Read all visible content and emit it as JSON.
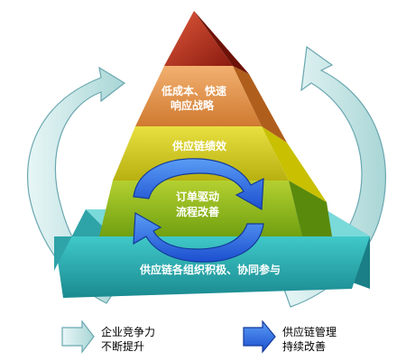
{
  "pyramid": {
    "tier1": [
      "低成本、快速",
      "响应战略"
    ],
    "tier2": "供应链绩效",
    "tier3": [
      "订单驱动",
      "流程改善"
    ],
    "tier4": "供应链各组织积极、协同参与"
  },
  "legend": {
    "left": [
      "企业竞争力",
      "不断提升"
    ],
    "right": [
      "供应链管理",
      "持续改善"
    ]
  },
  "colors": {
    "apex": "#c0392b",
    "tier1": "#f0a050",
    "tier2": "#e8d820",
    "tier3": "#9ac020",
    "base": "#3fbfbf",
    "cycle_arrow": "#2f6fe0",
    "outer_arrow": "#c8e8e8"
  }
}
